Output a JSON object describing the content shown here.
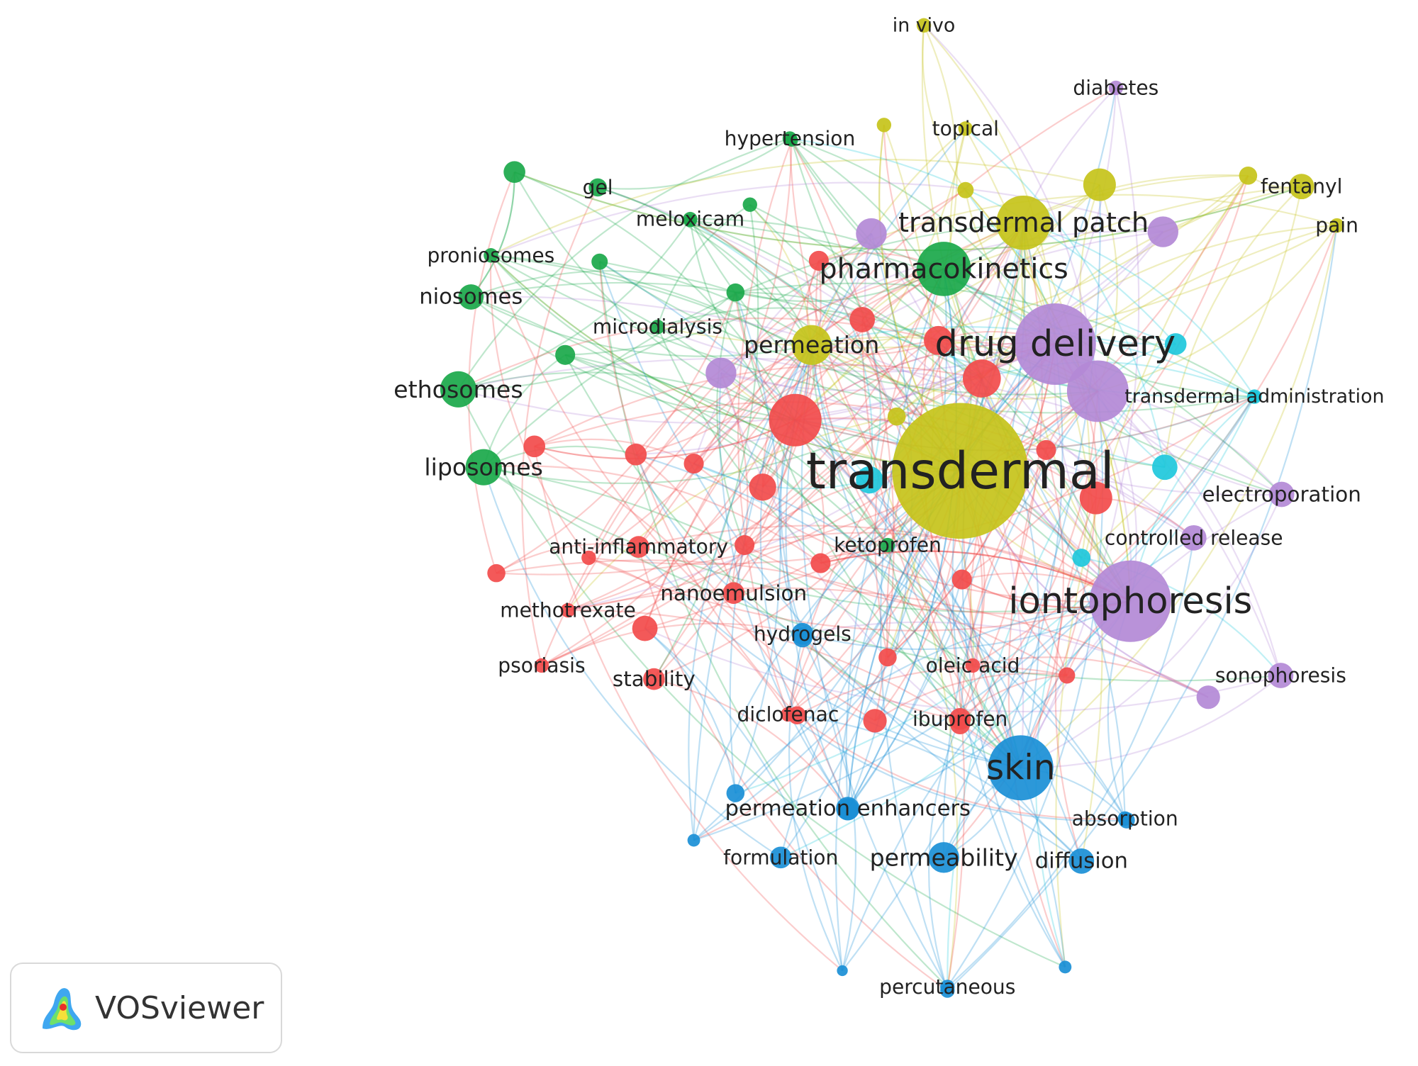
{
  "app": {
    "brand": "VOSviewer",
    "logo": "vosviewer-logo-icon"
  },
  "palette": {
    "red": "#f24b4b",
    "green": "#1aa84a",
    "blue": "#1a8fd6",
    "yellow": "#c6c31a",
    "purple": "#b389d6",
    "cyan": "#1ec8dc"
  },
  "nodes": [
    {
      "id": "transdermal",
      "label": "transdermal",
      "cluster": "yellow",
      "weight": 10
    },
    {
      "id": "drug_delivery",
      "label": "drug delivery",
      "cluster": "purple",
      "weight": 6
    },
    {
      "id": "iontophoresis",
      "label": "iontophoresis",
      "cluster": "purple",
      "weight": 6
    },
    {
      "id": "skin",
      "label": "skin",
      "cluster": "blue",
      "weight": 5
    },
    {
      "id": "pharmacokinetics",
      "label": "pharmacokinetics",
      "cluster": "green",
      "weight": 4
    },
    {
      "id": "transdermal_patch",
      "label": "transdermal patch",
      "cluster": "yellow",
      "weight": 4
    },
    {
      "id": "permeation",
      "label": "permeation",
      "cluster": "yellow",
      "weight": 3
    },
    {
      "id": "ethosomes",
      "label": "ethosomes",
      "cluster": "green",
      "weight": 3
    },
    {
      "id": "liposomes",
      "label": "liposomes",
      "cluster": "green",
      "weight": 3
    },
    {
      "id": "niosomes",
      "label": "niosomes",
      "cluster": "green",
      "weight": 2
    },
    {
      "id": "proniosomes",
      "label": "proniosomes",
      "cluster": "green",
      "weight": 1
    },
    {
      "id": "gel",
      "label": "gel",
      "cluster": "green",
      "weight": 2
    },
    {
      "id": "meloxicam",
      "label": "meloxicam",
      "cluster": "green",
      "weight": 1
    },
    {
      "id": "hypertension",
      "label": "hypertension",
      "cluster": "green",
      "weight": 1
    },
    {
      "id": "microdialysis",
      "label": "microdialysis",
      "cluster": "green",
      "weight": 1
    },
    {
      "id": "ketoprofen",
      "label": "ketoprofen",
      "cluster": "green",
      "weight": 1
    },
    {
      "id": "in_vivo",
      "label": "in vivo",
      "cluster": "yellow",
      "weight": 1
    },
    {
      "id": "topical",
      "label": "topical",
      "cluster": "yellow",
      "weight": 1
    },
    {
      "id": "fentanyl",
      "label": "fentanyl",
      "cluster": "yellow",
      "weight": 2
    },
    {
      "id": "pain",
      "label": "pain",
      "cluster": "yellow",
      "weight": 1
    },
    {
      "id": "diabetes",
      "label": "diabetes",
      "cluster": "purple",
      "weight": 1
    },
    {
      "id": "transdermal_administration",
      "label": "transdermal administration",
      "cluster": "cyan",
      "weight": 1
    },
    {
      "id": "electroporation",
      "label": "electroporation",
      "cluster": "purple",
      "weight": 2
    },
    {
      "id": "controlled_release",
      "label": "controlled release",
      "cluster": "purple",
      "weight": 2
    },
    {
      "id": "sonophoresis",
      "label": "sonophoresis",
      "cluster": "purple",
      "weight": 2
    },
    {
      "id": "anti_inflammatory",
      "label": "anti-inflammatory",
      "cluster": "red",
      "weight": 2
    },
    {
      "id": "nanoemulsion",
      "label": "nanoemulsion",
      "cluster": "red",
      "weight": 2
    },
    {
      "id": "methotrexate",
      "label": "methotrexate",
      "cluster": "red",
      "weight": 1
    },
    {
      "id": "psoriasis",
      "label": "psoriasis",
      "cluster": "red",
      "weight": 1
    },
    {
      "id": "stability",
      "label": "stability",
      "cluster": "red",
      "weight": 2
    },
    {
      "id": "hydrogels",
      "label": "hydrogels",
      "cluster": "blue",
      "weight": 2
    },
    {
      "id": "oleic_acid",
      "label": "oleic acid",
      "cluster": "red",
      "weight": 1
    },
    {
      "id": "diclofenac",
      "label": "diclofenac",
      "cluster": "red",
      "weight": 1
    },
    {
      "id": "ibuprofen",
      "label": "ibuprofen",
      "cluster": "red",
      "weight": 2
    },
    {
      "id": "permeation_enhancers",
      "label": "permeation enhancers",
      "cluster": "blue",
      "weight": 2
    },
    {
      "id": "absorption",
      "label": "absorption",
      "cluster": "blue",
      "weight": 1
    },
    {
      "id": "formulation",
      "label": "formulation",
      "cluster": "blue",
      "weight": 2
    },
    {
      "id": "permeability",
      "label": "permeability",
      "cluster": "blue",
      "weight": 3
    },
    {
      "id": "diffusion",
      "label": "diffusion",
      "cluster": "blue",
      "weight": 2
    },
    {
      "id": "percutaneous",
      "label": "percutaneous",
      "cluster": "blue",
      "weight": 1
    }
  ]
}
